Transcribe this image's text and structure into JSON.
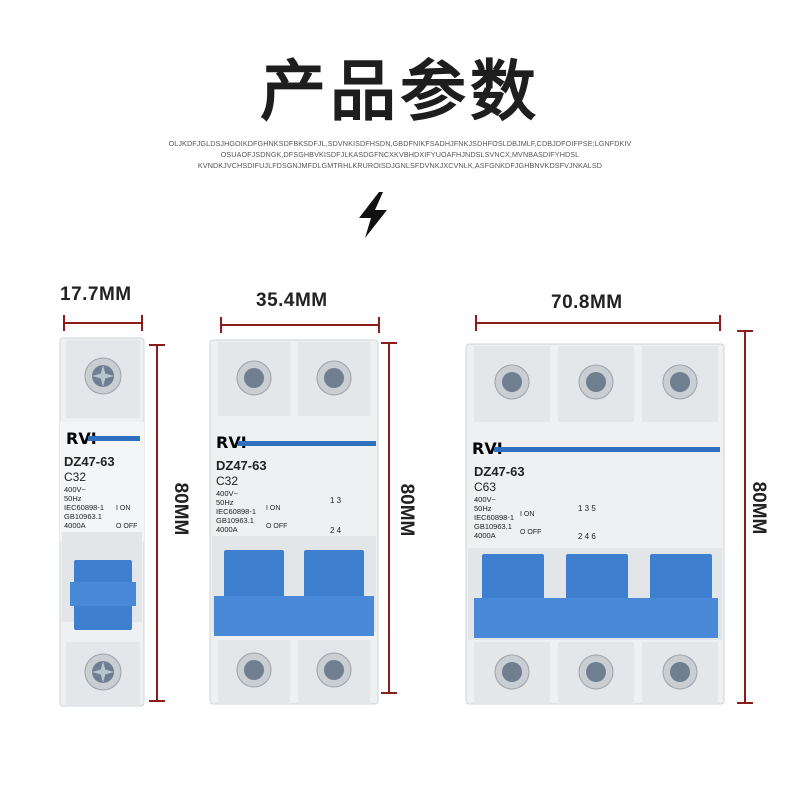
{
  "title": "产品参数",
  "subtitle_lines": [
    "OLJKDFJGLDSJHGOIKDFGHNKSDFBKSDFJL,SDVNKISDFHSDN,GBDFNIKFSADHJFNKJSDHFOSLDBJMLF,CDBJDFOIFPSE;LGNFDKIV",
    "OSUAOFJSDNGK,DFSGHBVKISDFJLKASDGFNCXKVBHDXIFYUOAFHJNDSLSVNCX,MVNBASDIFYHDSL",
    "KVNDKJVCHSDIFUJLFDSGNJMFDLGMTRHLKRUROISDJGNLSFDVNKJXCVNLK,ASFGNKDFJGHBNVKDSFVJNKALSD"
  ],
  "icons": {
    "bolt": "lightning-bolt-icon"
  },
  "colors": {
    "dimension_line": "#8a1c1c",
    "handle": "#3f7fd0",
    "brand": "#2f6fc0"
  },
  "breakers": [
    {
      "width_label": "17.7MM",
      "height_label": "80MM",
      "brand": "RVI",
      "model": "DZ47-63",
      "rating": "C32",
      "specs": [
        "400V~",
        "50Hz",
        "IEC60898-1",
        "GB10963.1",
        "4000A"
      ],
      "on": "I ON",
      "off": "O OFF",
      "terminals": ""
    },
    {
      "width_label": "35.4MM",
      "height_label": "80MM",
      "brand": "RVI",
      "model": "DZ47-63",
      "rating": "C32",
      "specs": [
        "400V~",
        "50Hz",
        "IEC60898-1",
        "GB10963.1",
        "4000A"
      ],
      "on": "I ON",
      "off": "O OFF",
      "terminals_top": "1 3",
      "terminals_bottom": "2 4"
    },
    {
      "width_label": "70.8MM",
      "height_label": "80MM",
      "brand": "RVI",
      "model": "DZ47-63",
      "rating": "C63",
      "specs": [
        "400V~",
        "50Hz",
        "IEC60898-1",
        "GB10963.1",
        "4000A"
      ],
      "on": "I ON",
      "off": "O OFF",
      "terminals_top": "1 3 5",
      "terminals_bottom": "2 4 6"
    }
  ]
}
